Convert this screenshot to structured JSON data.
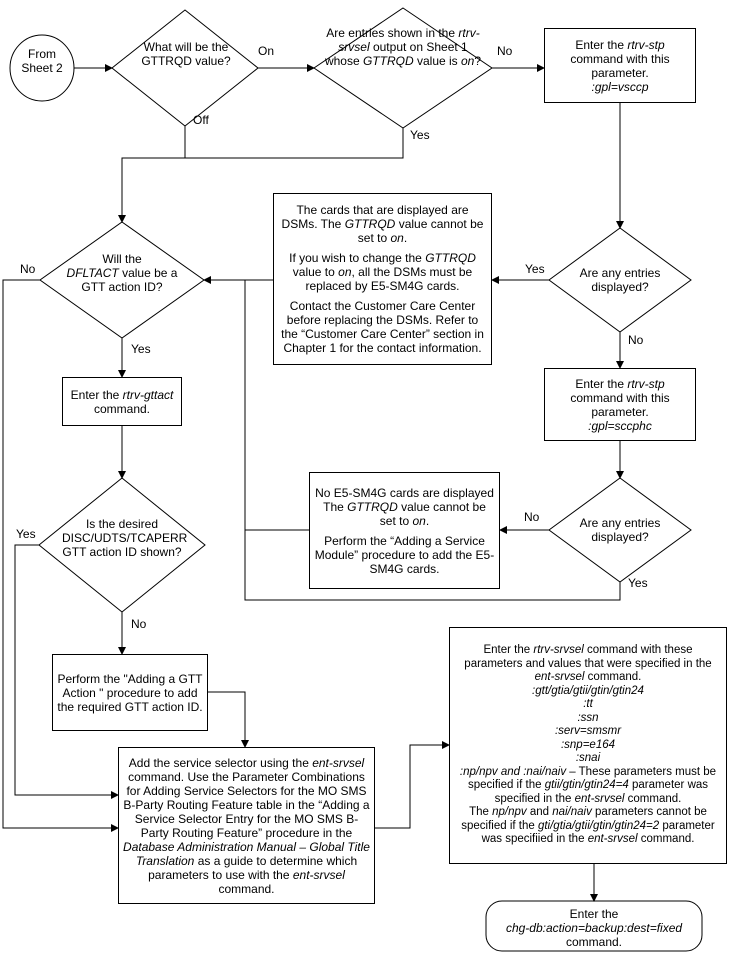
{
  "start": {
    "text": "From Sheet 2"
  },
  "d1": {
    "text": "What will be the GTTRQD value?",
    "yes": "On",
    "no": "Off"
  },
  "d2": {
    "pre": "Are entries shown in the ",
    "cmd": "rtrv-srvsel",
    "mid": " output on Sheet 1 whose ",
    "param": "GTTRQD",
    "post": " value is ",
    "val": "on",
    "end": "?",
    "yes": "Yes",
    "no": "No"
  },
  "b_rtrv_stp1": {
    "pre": "Enter the ",
    "cmd": "rtrv-stp",
    "post": " command with this parameter.",
    "param": ":gpl=vsccp"
  },
  "d3": {
    "text": "Are any entries displayed?",
    "yes": "Yes",
    "no": "No"
  },
  "b_dsm": {
    "p1a": "The cards that are displayed are DSMs. The ",
    "p1p": "GTTRQD",
    "p1b": " value cannot be set to ",
    "p1v": "on",
    "p1c": ".",
    "p2a": "If you wish to change the ",
    "p2p": "GTTRQD",
    "p2b": " value to ",
    "p2v": "on",
    "p2c": ", all the DSMs must be replaced by E5-SM4G cards.",
    "p3": "Contact the Customer Care Center before replacing the DSMs.  Refer to the “Customer Care Center” section in Chapter 1 for the contact information."
  },
  "d4": {
    "pre": "Will the ",
    "param": "DFLTACT",
    "post": " value be a GTT action ID?",
    "yes": "Yes",
    "no": "No"
  },
  "b_rtrv_stp2": {
    "pre": "Enter the ",
    "cmd": "rtrv-stp",
    "post": " command with this parameter.",
    "param": ":gpl=sccphc"
  },
  "b_gttact": {
    "pre": "Enter the ",
    "cmd": "rtrv-gttact",
    "post": " command."
  },
  "d5": {
    "text": "Are any entries displayed?",
    "yes": "Yes",
    "no": "No"
  },
  "b_no_e5": {
    "p1a": "No E5-SM4G cards are displayed The  ",
    "p1p": "GTTRQD",
    "p1b": " value cannot be set to ",
    "p1v": "on",
    "p1c": ".",
    "p2": "Perform the “Adding a Service Module” procedure to add the E5-SM4G cards."
  },
  "d6": {
    "text": "Is the desired DISC/UDTS/TCAPERR GTT action ID shown?",
    "yes": "Yes",
    "no": "No"
  },
  "b_add_gtt": {
    "text": "Perform the \"Adding a GTT Action \" procedure to add the required GTT action ID."
  },
  "b_add_srv": {
    "a": "Add the service selector using the ",
    "cmd": "ent-srvsel",
    "b": " command. Use the Parameter Combinations for Adding Service Selectors for the MO SMS B-Party Routing Feature table in the “Adding a Service Selector Entry for the MO SMS B-Party Routing Feature” procedure in the ",
    "manual": "Database Administration Manual – Global Title Translation",
    "c": " as a guide to determine which parameters to use with the ",
    "cmd2": "ent-srvsel",
    "d": " command."
  },
  "b_rtrv_srvsel": {
    "a": "Enter the ",
    "cmd": "rtrv-srvsel",
    "b": "  command with these parameters and values that were specified in the ",
    "cmd2": "ent-srvsel",
    "c": " command.",
    "params": [
      ":gtt/gtia/gtii/gtin/gtin24",
      ":tt",
      ":ssn",
      ":serv=smsmr",
      ":snp=e164",
      ":snai"
    ],
    "n1a": ":np/npv",
    "n1b": " and ",
    "n1c": ":nai/naiv",
    "n1d": " – These parameters must be specified if the ",
    "n1e": "gtii/gtin/gtin24=4",
    "n1f": " parameter was specified in the ",
    "n1g": "ent-srvsel",
    "n1h": " command.",
    "n2a": "The ",
    "n2b": "np/npv",
    "n2c": " and ",
    "n2d": "nai/naiv",
    "n2e": " parameters cannot be specified if the ",
    "n2f": "gti/gtia/gtii/gtin/gtin24=2",
    "n2g": " parameter was specifiied in the  ",
    "n2h": "ent-srvsel",
    "n2i": " command."
  },
  "end": {
    "a": "Enter the",
    "cmd": "chg-db:action=backup:dest=fixed",
    "b": "command."
  }
}
